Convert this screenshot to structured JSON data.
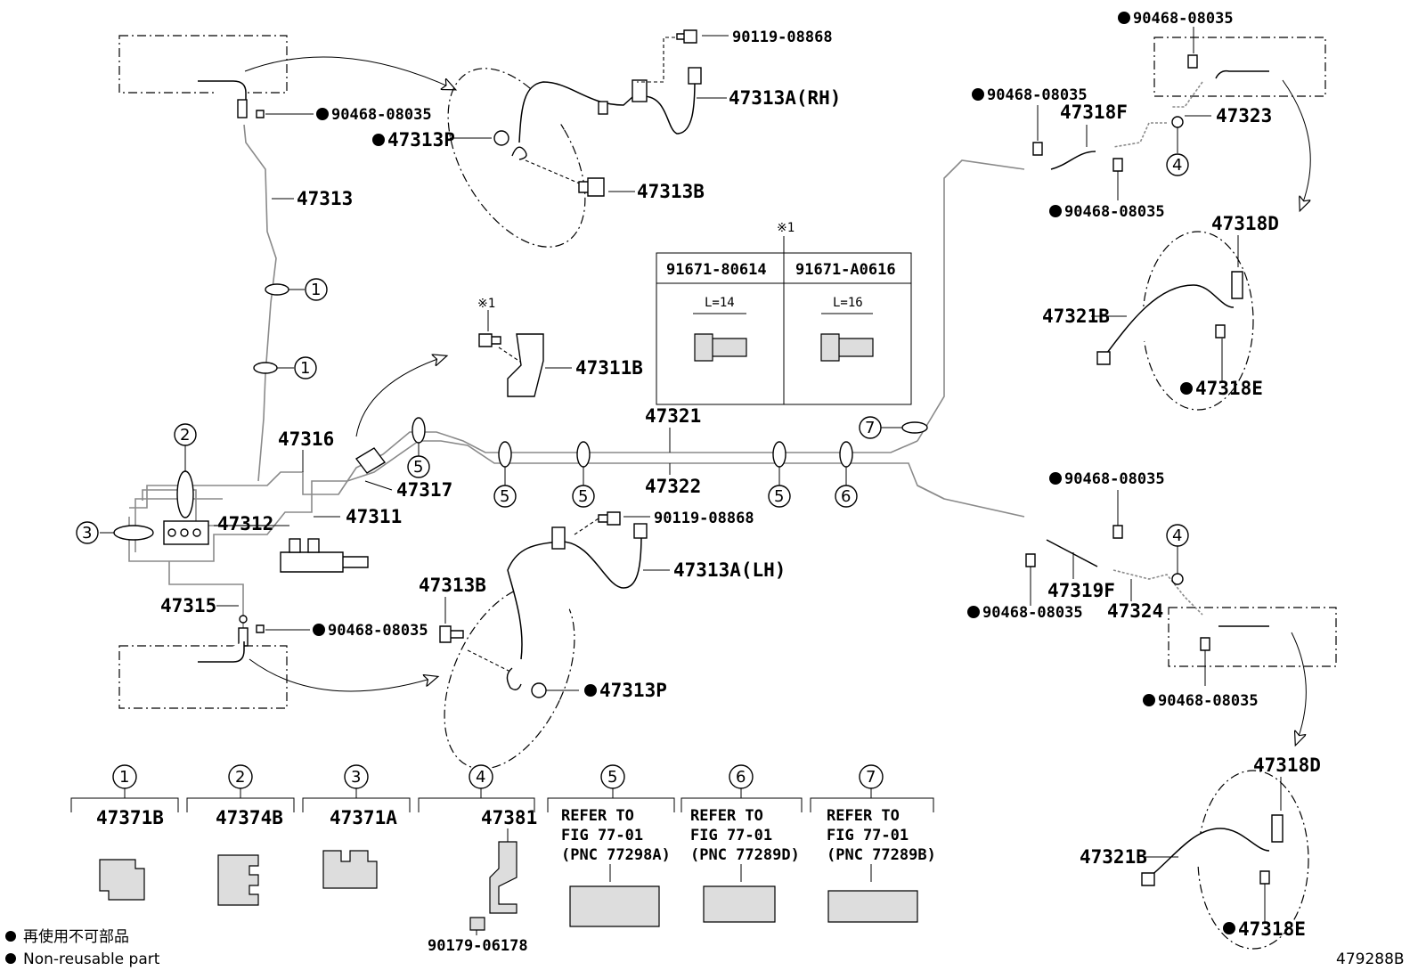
{
  "diagram_id": "479288B",
  "legend": {
    "non_reusable_jp": "再使用不可部品",
    "non_reusable_en": "Non-reusable part"
  },
  "labels": {
    "p47313": "47313",
    "p47313P_top": "47313P",
    "p47313B_top": "47313B",
    "p47313A_rh": "47313A(RH)",
    "p90119_top": "90119-08868",
    "clip_left_top": "90468-08035",
    "p47316": "47316",
    "p47317": "47317",
    "p47312": "47312",
    "p47311": "47311",
    "p47311B": "47311B",
    "p47315": "47315",
    "clip_left_bot": "90468-08035",
    "p47313B_bot": "47313B",
    "p47313P_bot": "47313P",
    "p47313A_lh": "47313A(LH)",
    "p90119_bot": "90119-08868",
    "p47321": "47321",
    "p47322": "47322",
    "clip_r1": "90468-08035",
    "clip_r2": "90468-08035",
    "clip_r3": "90468-08035",
    "clip_r4": "90468-08035",
    "clip_r5": "90468-08035",
    "clip_r6": "90468-08035",
    "p47318F": "47318F",
    "p47323": "47323",
    "p47318D_top": "47318D",
    "p47321B_top": "47321B",
    "p47318E_top": "47318E",
    "p47319F": "47319F",
    "p47324": "47324",
    "p47318D_bot": "47318D",
    "p47321B_bot": "47321B",
    "p47318E_bot": "47318E",
    "note_mark": "※1",
    "note_mark2": "※1"
  },
  "bolt_table": {
    "col1": "91671-80614",
    "col2": "91671-A0616",
    "len1": "L=14",
    "len2": "L=16"
  },
  "callouts": [
    "1",
    "2",
    "3",
    "4",
    "5",
    "6",
    "7"
  ],
  "clamps": [
    {
      "num": "1",
      "part": "47371B"
    },
    {
      "num": "2",
      "part": "47374B"
    },
    {
      "num": "3",
      "part": "47371A"
    },
    {
      "num": "4",
      "part": "47381",
      "sub": "90179-06178"
    },
    {
      "num": "5",
      "l1": "REFER TO",
      "l2": "FIG 77-01",
      "l3": "(PNC 77298A)"
    },
    {
      "num": "6",
      "l1": "REFER TO",
      "l2": "FIG 77-01",
      "l3": "(PNC 77289D)"
    },
    {
      "num": "7",
      "l1": "REFER TO",
      "l2": "FIG 77-01",
      "l3": "(PNC 77289B)"
    }
  ]
}
